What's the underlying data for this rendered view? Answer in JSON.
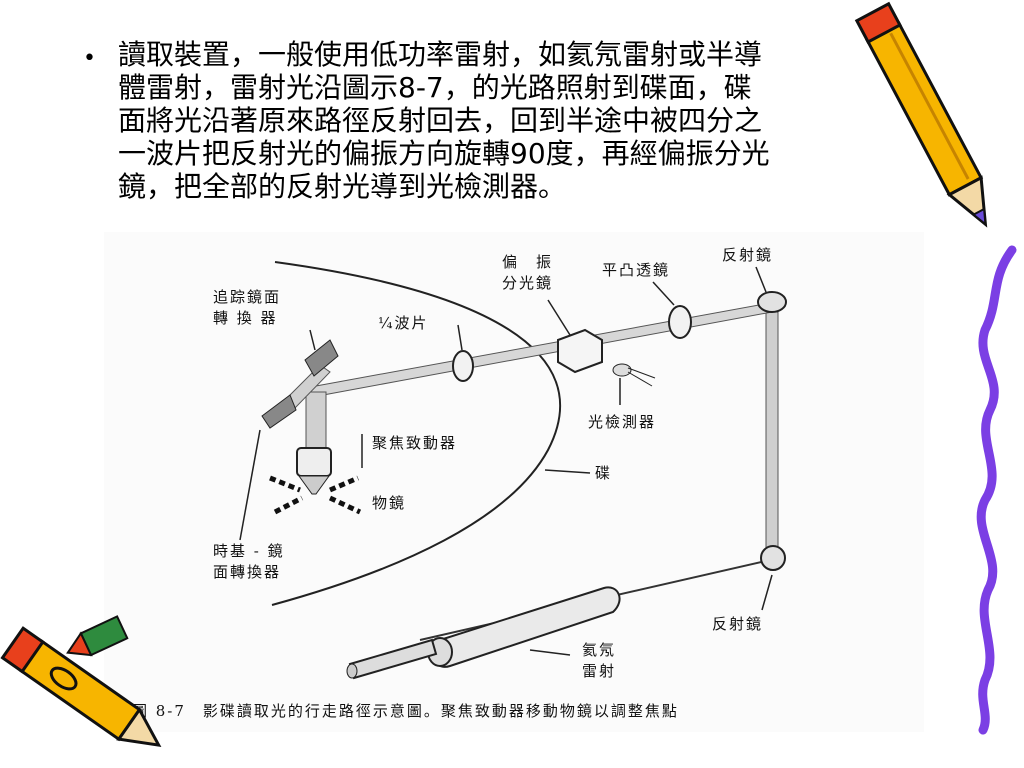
{
  "slide": {
    "bullet": "•",
    "text_lines": [
      "讀取裝置，一般使用低功率雷射，如氦氖雷射或半導",
      "體雷射，雷射光沿圖示8-7，的光路照射到碟面，碟",
      "面將光沿著原來路徑反射回去，回到半途中被四分之",
      "一波片把反射光的偏振方向旋轉90度，再經偏振分光",
      "鏡，把全部的反射光導到光檢測器。"
    ]
  },
  "diagram": {
    "labels": {
      "tracking_mirror": [
        "追踪鏡面",
        "轉 換 器"
      ],
      "quarter_wave": "¼波片",
      "polarizing_splitter": [
        "偏　振",
        "分光鏡"
      ],
      "plano_convex_lens": "平凸透鏡",
      "reflector_top": "反射鏡",
      "photo_detector": "光檢測器",
      "focus_actuator": "聚焦致動器",
      "disc": "碟",
      "objective": "物鏡",
      "timebase_mirror": [
        "時基 - 鏡",
        "面轉換器"
      ],
      "reflector_bottom": "反射鏡",
      "hene_laser": [
        "氦氖",
        "雷射"
      ]
    },
    "caption": "圖 8-7　影碟讀取光的行走路徑示意圖。聚焦致動器移動物鏡以調整焦點"
  },
  "colors": {
    "text": "#000000",
    "squiggle": "#7b3fe4",
    "pencil_body": "#f7b500",
    "pencil_tip": "#e8401c",
    "pencil_eraser": "#6a4bd8"
  },
  "icons": [
    "pencil-icon",
    "squiggle-icon"
  ]
}
